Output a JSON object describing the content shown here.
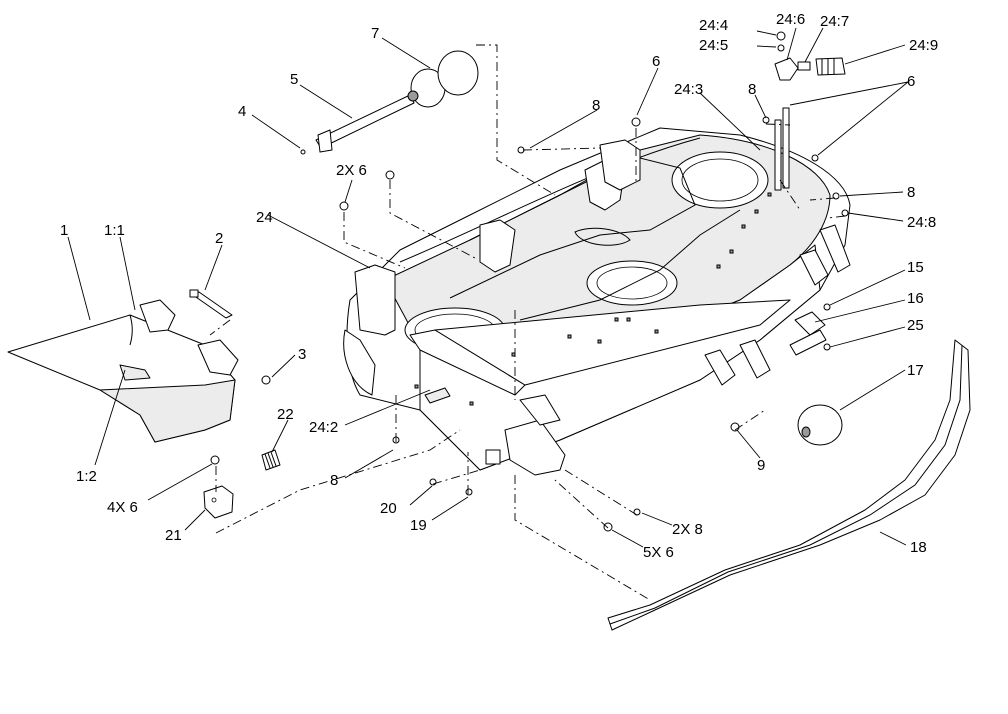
{
  "callouts": {
    "c1": "1",
    "c1_1": "1:1",
    "c1_2": "1:2",
    "c2": "2",
    "c3": "3",
    "c4": "4",
    "c5": "5",
    "c6a": "6",
    "c6b": "6",
    "c2x6": "2X 6",
    "c4x6": "4X 6",
    "c5x6": "5X 6",
    "c7": "7",
    "c8a": "8",
    "c8b": "8",
    "c8c": "8",
    "c8d": "8",
    "c2x8": "2X 8",
    "c9": "9",
    "c15": "15",
    "c16": "16",
    "c17": "17",
    "c18": "18",
    "c19": "19",
    "c20": "20",
    "c21": "21",
    "c22": "22",
    "c24": "24",
    "c24_2": "24:2",
    "c24_3": "24:3",
    "c24_4": "24:4",
    "c24_5": "24:5",
    "c24_6": "24:6",
    "c24_7": "24:7",
    "c24_8": "24:8",
    "c24_9": "24:9",
    "c25": "25"
  }
}
